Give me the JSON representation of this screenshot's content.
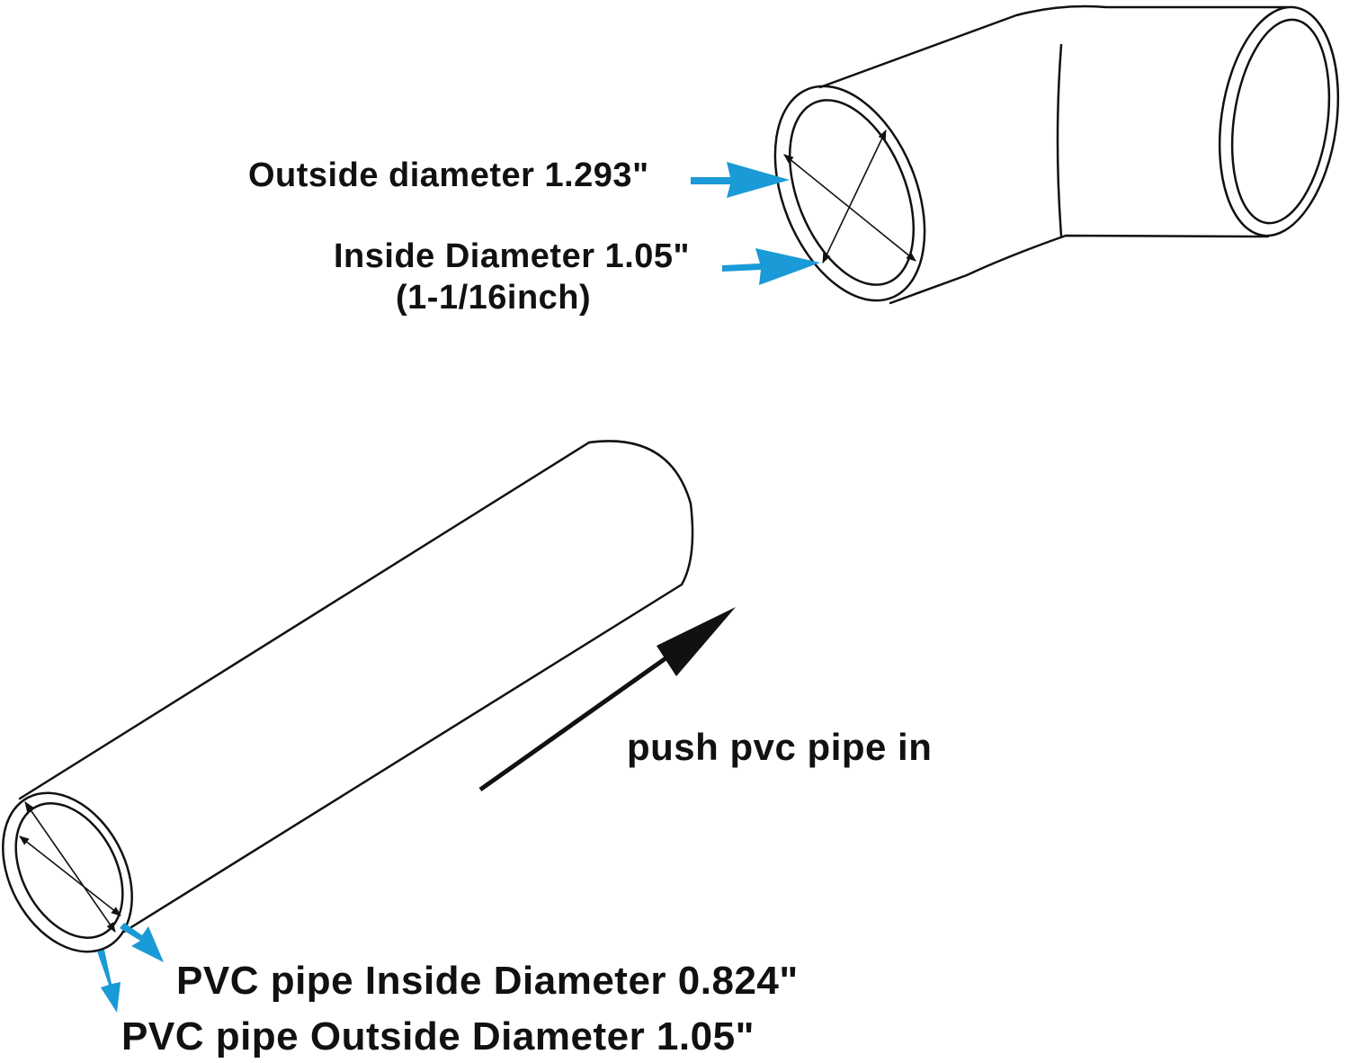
{
  "labels": {
    "elbow_outside_diameter": "Outside diameter 1.293\"",
    "elbow_inside_diameter": "Inside Diameter 1.05\"",
    "elbow_inside_fraction": "(1-1/16inch)",
    "push_instruction": "push pvc pipe in",
    "pipe_inside_diameter": "PVC pipe Inside Diameter 0.824\"",
    "pipe_outside_diameter": "PVC pipe Outside Diameter 1.05\""
  },
  "colors": {
    "line": "#111111",
    "callout_arrow": "#1a9ad6",
    "text": "#111111",
    "background": "#ffffff"
  },
  "icons": {
    "elbow": "pipe-elbow-fitting",
    "pipe": "straight-pvc-pipe",
    "direction": "push-direction-arrow"
  }
}
